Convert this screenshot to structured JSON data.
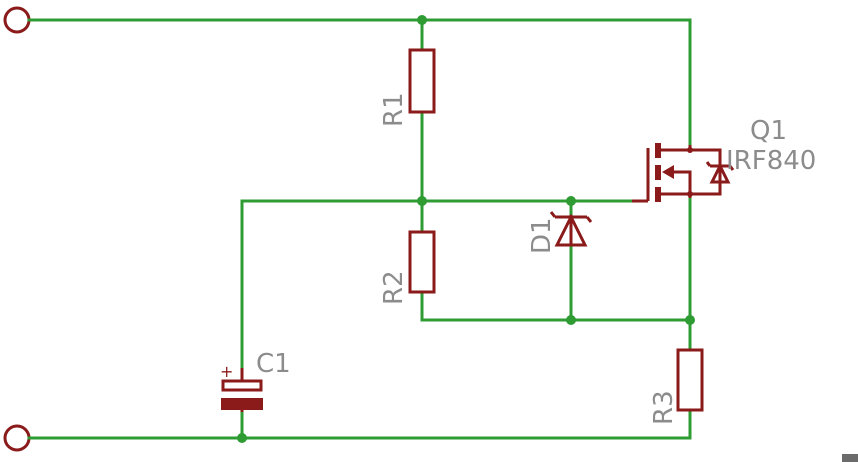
{
  "components": {
    "r1": {
      "label": "R1"
    },
    "r2": {
      "label": "R2"
    },
    "r3": {
      "label": "R3"
    },
    "d1": {
      "label": "D1"
    },
    "c1": {
      "label": "C1",
      "polarity": "+"
    },
    "q1": {
      "label": "Q1",
      "part": "IRF840"
    }
  },
  "colors": {
    "wire": "#2e9b33",
    "component": "#8b1a1a",
    "label": "#8c8c8c",
    "background": "#ffffff"
  }
}
